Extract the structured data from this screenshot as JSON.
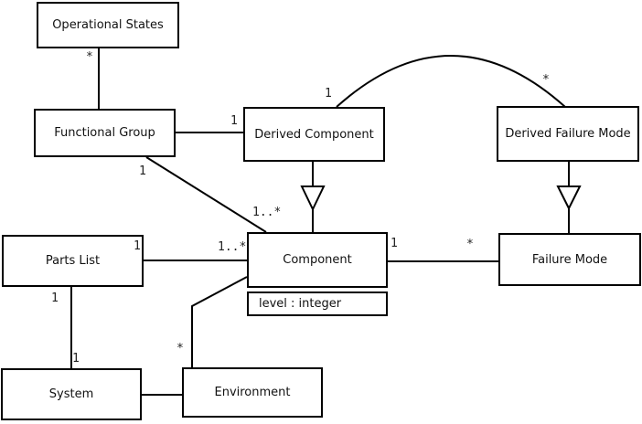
{
  "canvas": {
    "background": "#ffffff",
    "line_color": "#000000"
  },
  "classes": {
    "operational_states": {
      "label": "Operational States"
    },
    "functional_group": {
      "label": "Functional Group"
    },
    "derived_component": {
      "label": "Derived Component"
    },
    "derived_failure_mode": {
      "label": "Derived Failure Mode"
    },
    "parts_list": {
      "label": "Parts List"
    },
    "component": {
      "label": "Component",
      "attribute": "level : integer"
    },
    "failure_mode": {
      "label": "Failure Mode"
    },
    "system": {
      "label": "System"
    },
    "environment": {
      "label": "Environment"
    }
  },
  "multiplicities": {
    "operational_states_end": "*",
    "functional_group_to_derived_component": "1",
    "functional_group_to_component_source": "1",
    "functional_group_to_component_target": "1..*",
    "derived_component_arc_end": "1",
    "derived_failure_mode_arc_end": "*",
    "parts_list_to_component_source": "1",
    "parts_list_to_component_target": "1..*",
    "component_to_failure_mode_source": "1",
    "component_to_failure_mode_target": "*",
    "parts_list_to_system_source": "1",
    "parts_list_to_system_target": "1",
    "environment_to_component": "*"
  }
}
